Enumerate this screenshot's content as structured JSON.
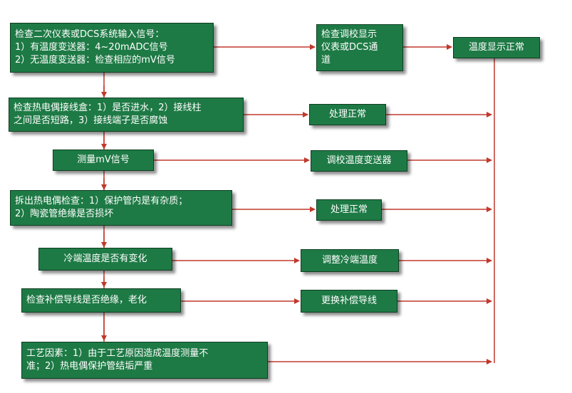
{
  "colors": {
    "box_fill": "#1e7a45",
    "box_text": "#ffffff",
    "arrow": "#c0392b"
  },
  "checks": {
    "step1": "检查二次仪表或DCS系统输入信号：\n1）有温度变送器：4~20mADC信号\n2）无温度变送器：检查相应的mV信号",
    "step2": "检查热电偶接线盒：1）是否进水，2）接线柱\n之间是否短路，3）接线端子是否腐蚀",
    "step3": "测量mV信号",
    "step4": "拆出热电偶检查：1）保护管内是有杂质；\n2）陶瓷管绝缘是否损坏",
    "step5": "冷端温度是否有变化",
    "step6": "检查补偿导线是否绝缘，老化",
    "step7": "工艺因素：1）由于工艺原因造成温度测量不\n准；2）热电偶保护管结垢严重"
  },
  "actions": {
    "a1": "检查调校显示\n仪表或DCS通\n道",
    "a2": "处理正常",
    "a3": "调校温度变送器",
    "a4": "处理正常",
    "a5": "调整冷端温度",
    "a6": "更换补偿导线"
  },
  "result": "温度显示正常"
}
